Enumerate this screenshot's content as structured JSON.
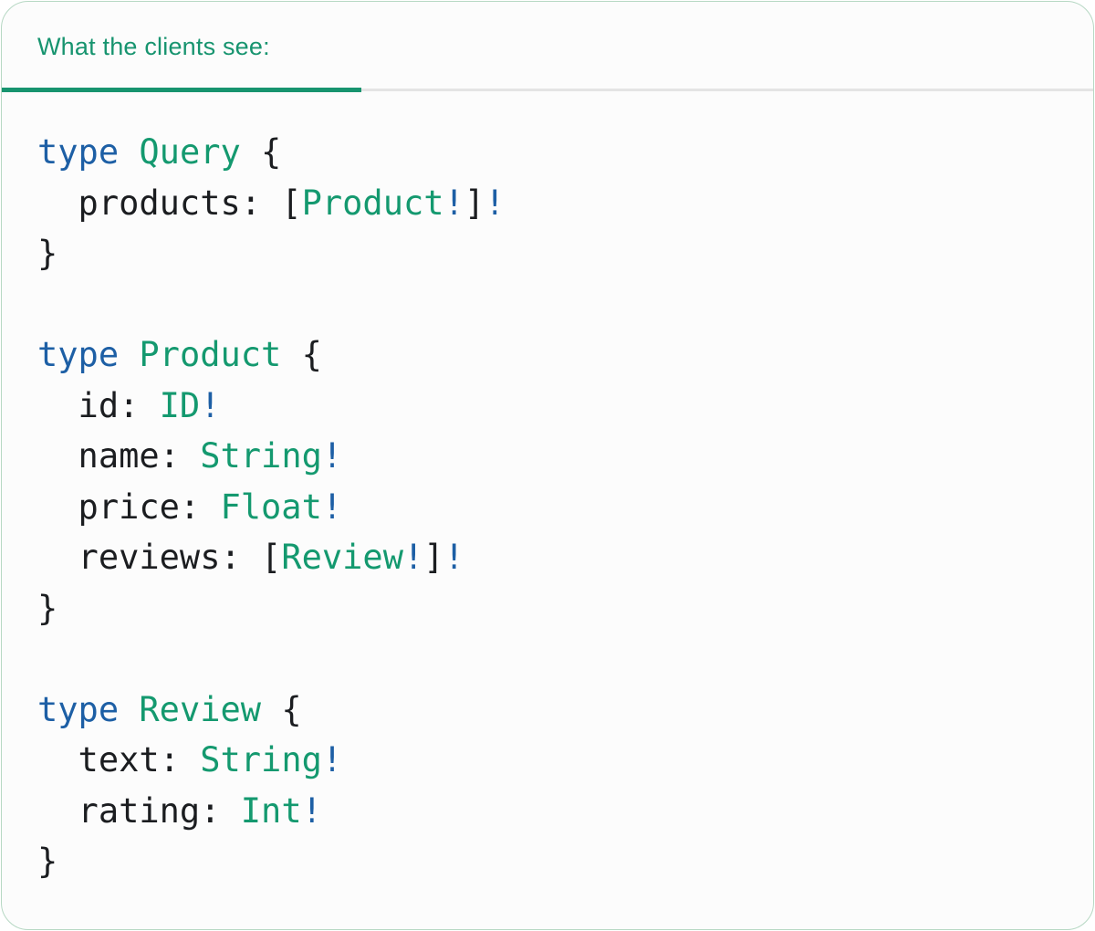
{
  "panel": {
    "header": {
      "label": "What the clients see:"
    },
    "colors": {
      "panel_bg": "#fcfcfc",
      "border": "#b7d8c4",
      "header_text": "#17946f",
      "tab_underline": "#17946f",
      "divider": "#e4e4e4",
      "keyword": "#1d5fa5",
      "type_name": "#14996f",
      "plain": "#1b1d20"
    },
    "code": {
      "language": "graphql",
      "lines": [
        [
          {
            "t": "type",
            "c": "kw"
          },
          {
            "t": " ",
            "c": "plain"
          },
          {
            "t": "Query",
            "c": "type"
          },
          {
            "t": " {",
            "c": "plain"
          }
        ],
        [
          {
            "t": "  products: [",
            "c": "plain"
          },
          {
            "t": "Product",
            "c": "type"
          },
          {
            "t": "!",
            "c": "kw"
          },
          {
            "t": "]",
            "c": "plain"
          },
          {
            "t": "!",
            "c": "kw"
          }
        ],
        [
          {
            "t": "}",
            "c": "plain"
          }
        ],
        [],
        [
          {
            "t": "type",
            "c": "kw"
          },
          {
            "t": " ",
            "c": "plain"
          },
          {
            "t": "Product",
            "c": "type"
          },
          {
            "t": " {",
            "c": "plain"
          }
        ],
        [
          {
            "t": "  id: ",
            "c": "plain"
          },
          {
            "t": "ID",
            "c": "type"
          },
          {
            "t": "!",
            "c": "kw"
          }
        ],
        [
          {
            "t": "  name: ",
            "c": "plain"
          },
          {
            "t": "String",
            "c": "type"
          },
          {
            "t": "!",
            "c": "kw"
          }
        ],
        [
          {
            "t": "  price: ",
            "c": "plain"
          },
          {
            "t": "Float",
            "c": "type"
          },
          {
            "t": "!",
            "c": "kw"
          }
        ],
        [
          {
            "t": "  reviews: [",
            "c": "plain"
          },
          {
            "t": "Review",
            "c": "type"
          },
          {
            "t": "!",
            "c": "kw"
          },
          {
            "t": "]",
            "c": "plain"
          },
          {
            "t": "!",
            "c": "kw"
          }
        ],
        [
          {
            "t": "}",
            "c": "plain"
          }
        ],
        [],
        [
          {
            "t": "type",
            "c": "kw"
          },
          {
            "t": " ",
            "c": "plain"
          },
          {
            "t": "Review",
            "c": "type"
          },
          {
            "t": " {",
            "c": "plain"
          }
        ],
        [
          {
            "t": "  text: ",
            "c": "plain"
          },
          {
            "t": "String",
            "c": "type"
          },
          {
            "t": "!",
            "c": "kw"
          }
        ],
        [
          {
            "t": "  rating: ",
            "c": "plain"
          },
          {
            "t": "Int",
            "c": "type"
          },
          {
            "t": "!",
            "c": "kw"
          }
        ],
        [
          {
            "t": "}",
            "c": "plain"
          }
        ]
      ]
    }
  }
}
